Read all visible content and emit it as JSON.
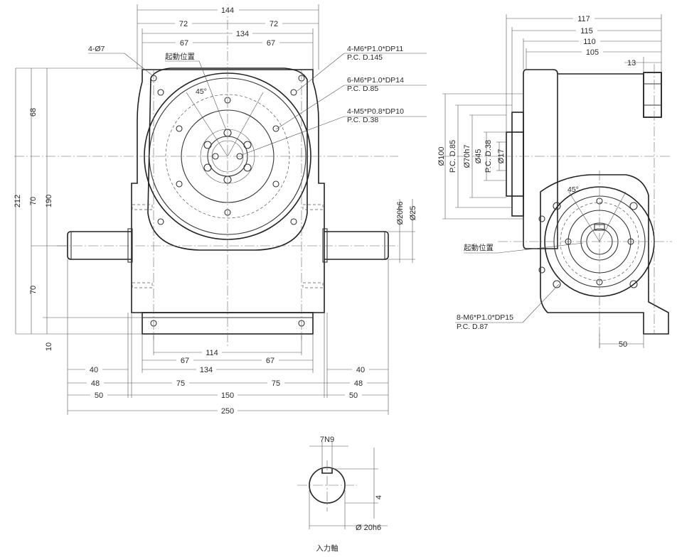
{
  "front_view": {
    "top_dims": {
      "overall_width": "144",
      "left_half": "72",
      "right_half": "72",
      "pcd_span": "134",
      "pcd_left": "67",
      "pcd_right": "67"
    },
    "hole_note": "4-Ø7",
    "start_position_label": "起動位置",
    "angle_label": "45°",
    "callouts": [
      {
        "line1": "4-M6*P1.0*DP11",
        "line2": "P.C. D.145"
      },
      {
        "line1": "6-M6*P1.0*DP14",
        "line2": "P.C. D.85"
      },
      {
        "line1": "4-M5*P0.8*DP10",
        "line2": "P.C. D.38"
      }
    ],
    "left_dims": {
      "overall_height": "212",
      "body_height": "190",
      "upper": "68",
      "mid": "70",
      "lower": "70",
      "base": "10"
    },
    "shaft_dims": {
      "fit": "Ø20h6",
      "dia": "Ø25"
    },
    "bottom_dims": {
      "base_span": "114",
      "base_pcd": "134",
      "base_left": "67",
      "base_right": "67",
      "shaft_40_left": "40",
      "shaft_48_left": "48",
      "shaft_50_left": "50",
      "body_75_left": "75",
      "body_150": "150",
      "body_75_right": "75",
      "shaft_40_right": "40",
      "shaft_48_right": "48",
      "shaft_50_right": "50",
      "overall": "250"
    }
  },
  "side_view": {
    "top_dims": {
      "d117": "117",
      "d115": "115",
      "d110": "110",
      "d105": "105",
      "d13": "13"
    },
    "vertical_dims": {
      "d100": "Ø100",
      "pcd85": "P.C. D.85",
      "d70": "Ø70h7",
      "d45": "Ø45",
      "pcd38": "P.C. D.38",
      "d17": "Ø17"
    },
    "angle_label": "45°",
    "start_position_label": "起動位置",
    "callout": {
      "line1": "8-M6*P1.0*DP15",
      "line2": "P.C. D.87"
    },
    "bottom_dim": "50"
  },
  "shaft_detail": {
    "keyway": "7N9",
    "depth": "4",
    "dia": "Ø 20h6",
    "title": "入力軸"
  }
}
